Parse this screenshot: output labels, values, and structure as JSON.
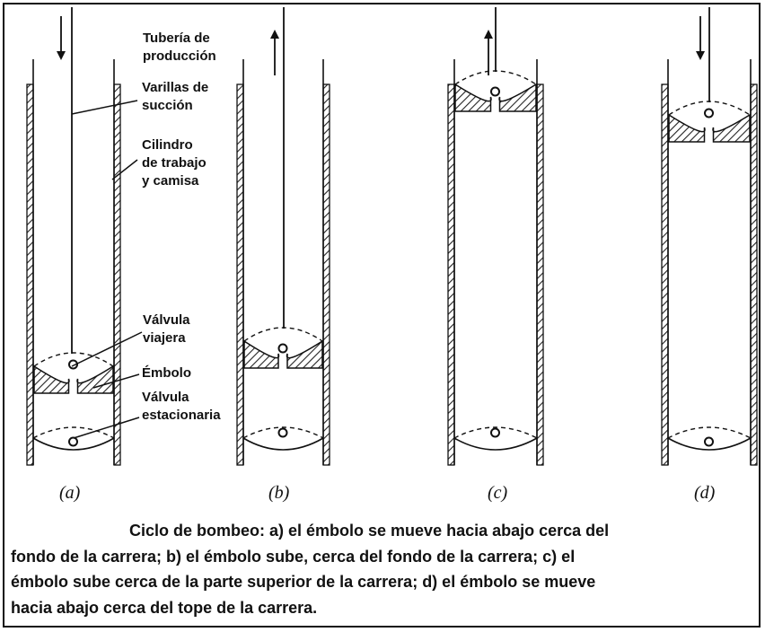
{
  "labels": {
    "tuberia": [
      "Tubería de",
      "producción"
    ],
    "varillas": [
      "Varillas de",
      "succión"
    ],
    "cilindro": [
      "Cilindro",
      "de trabajo",
      "y camisa"
    ],
    "valvula_viajera": [
      "Válvula",
      "viajera"
    ],
    "embolo": "Émbolo",
    "valvula_estacionaria": [
      "Válvula",
      "estacionaria"
    ]
  },
  "panels": [
    {
      "id": "a",
      "label": "(a)",
      "motion": "down",
      "plunger_position": "near bottom"
    },
    {
      "id": "b",
      "label": "(b)",
      "motion": "up",
      "plunger_position": "near bottom"
    },
    {
      "id": "c",
      "label": "(c)",
      "motion": "up",
      "plunger_position": "near top"
    },
    {
      "id": "d",
      "label": "(d)",
      "motion": "down",
      "plunger_position": "near top"
    }
  ],
  "caption": {
    "lines": [
      "Ciclo de bombeo: a) el émbolo se mueve hacia abajo cerca del",
      "fondo de la carrera; b) el émbolo sube, cerca del fondo de la carrera; c) el",
      "émbolo sube cerca de la parte superior de la carrera; d) el émbolo se mueve",
      "hacia abajo cerca del tope de la carrera."
    ]
  }
}
